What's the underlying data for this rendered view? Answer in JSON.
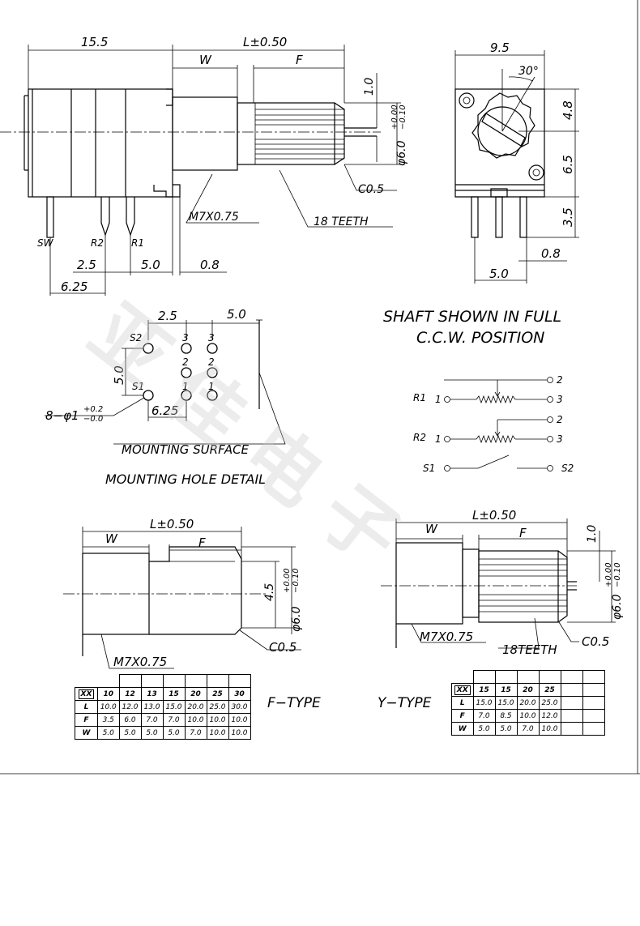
{
  "top_left_dims": {
    "d_15_5": "15.5",
    "d_L": "L±0.50",
    "d_W": "W",
    "d_F": "F",
    "d_1_0": "1.0",
    "d_phi6": "φ6.0",
    "d_tol_top": "+0.00",
    "d_tol_bot": "−0.10",
    "d_c05": "C0.5",
    "d_m7": "M7X0.75",
    "d_teeth": "18 TEETH",
    "pin_sw": "SW",
    "pin_r2": "R2",
    "pin_r1": "R1",
    "d_2_5": "2.5",
    "d_5_0": "5.0",
    "d_0_8": "0.8",
    "d_6_25": "6.25"
  },
  "top_right_dims": {
    "d_9_5": "9.5",
    "d_30deg": "30°",
    "d_4_8": "4.8",
    "d_6_5": "6.5",
    "d_3_5": "3.5",
    "d_0_8": "0.8",
    "d_5_0": "5.0"
  },
  "shaft_note": {
    "line1": "SHAFT SHOWN IN FULL",
    "line2": "C.C.W. POSITION"
  },
  "mounting": {
    "d_2_5": "2.5",
    "d_5_0_top": "5.0",
    "d_5_0_side": "5.0",
    "d_6_25": "6.25",
    "s2": "S2",
    "s1": "S1",
    "n3a": "3",
    "n3b": "3",
    "n2a": "2",
    "n2b": "2",
    "n1a": "1",
    "n1b": "1",
    "holes": "8−φ1",
    "holes_tol_top": "+0.2",
    "holes_tol_bot": "−0.0",
    "surface": "MOUNTING SURFACE",
    "title": "MOUNTING HOLE DETAIL"
  },
  "schematic": {
    "r1": "R1",
    "r2": "R2",
    "s1": "S1",
    "s2": "S2",
    "t1a": "1",
    "t2a": "2",
    "t3a": "3",
    "t1b": "1",
    "t2b": "2",
    "t3b": "3"
  },
  "f_type": {
    "d_L": "L±0.50",
    "d_W": "W",
    "d_F": "F",
    "d_4_5": "4.5",
    "d_phi6": "φ6.0",
    "d_tol_top": "+0.00",
    "d_tol_bot": "−0.10",
    "d_c05": "C0.5",
    "d_m7": "M7X0.75",
    "label": "F−TYPE",
    "table": {
      "header": [
        "XX",
        "10",
        "12",
        "13",
        "15",
        "20",
        "25",
        "30"
      ],
      "rows": [
        [
          "L",
          "10.0",
          "12.0",
          "13.0",
          "15.0",
          "20.0",
          "25.0",
          "30.0"
        ],
        [
          "F",
          "3.5",
          "6.0",
          "7.0",
          "7.0",
          "10.0",
          "10.0",
          "10.0"
        ],
        [
          "W",
          "5.0",
          "5.0",
          "5.0",
          "5.0",
          "7.0",
          "10.0",
          "10.0"
        ]
      ]
    }
  },
  "y_type": {
    "d_L": "L±0.50",
    "d_W": "W",
    "d_F": "F",
    "d_1_0": "1.0",
    "d_phi6": "φ6.0",
    "d_tol_top": "+0.00",
    "d_tol_bot": "−0.10",
    "d_c05": "C0.5",
    "d_m7": "M7X0.75",
    "d_teeth": "18TEETH",
    "label": "Y−TYPE",
    "table": {
      "header": [
        "XX",
        "15",
        "15",
        "20",
        "25",
        "",
        ""
      ],
      "rows": [
        [
          "L",
          "15.0",
          "15.0",
          "20.0",
          "25.0",
          "",
          ""
        ],
        [
          "F",
          "7.0",
          "8.5",
          "10.0",
          "12.0",
          "",
          ""
        ],
        [
          "W",
          "5.0",
          "5.0",
          "7.0",
          "10.0",
          "",
          ""
        ]
      ]
    }
  },
  "watermark": "亚佳电子"
}
